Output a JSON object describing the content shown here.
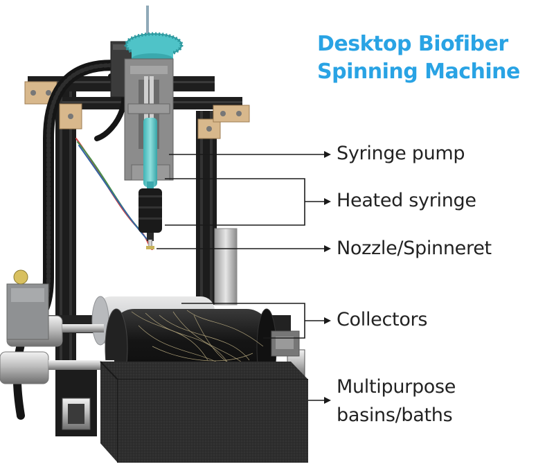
{
  "title": {
    "line1": "Desktop Biofiber",
    "line2": "Spinning Machine"
  },
  "labels": {
    "syringe_pump": "Syringe pump",
    "heated_syringe": "Heated syringe",
    "nozzle": "Nozzle/Spinneret",
    "collectors": "Collectors",
    "basins_line1": "Multipurpose",
    "basins_line2": "basins/baths"
  },
  "colors": {
    "title": "#29a3e4",
    "label_text": "#222222",
    "leader_line": "#1a1a1a",
    "syringe": "#5cc9c9",
    "gear": "#4fc3c8",
    "frame": "#1c1c1c",
    "printed_parts": "#8c8c8c",
    "foam": "#2b2b2b"
  }
}
